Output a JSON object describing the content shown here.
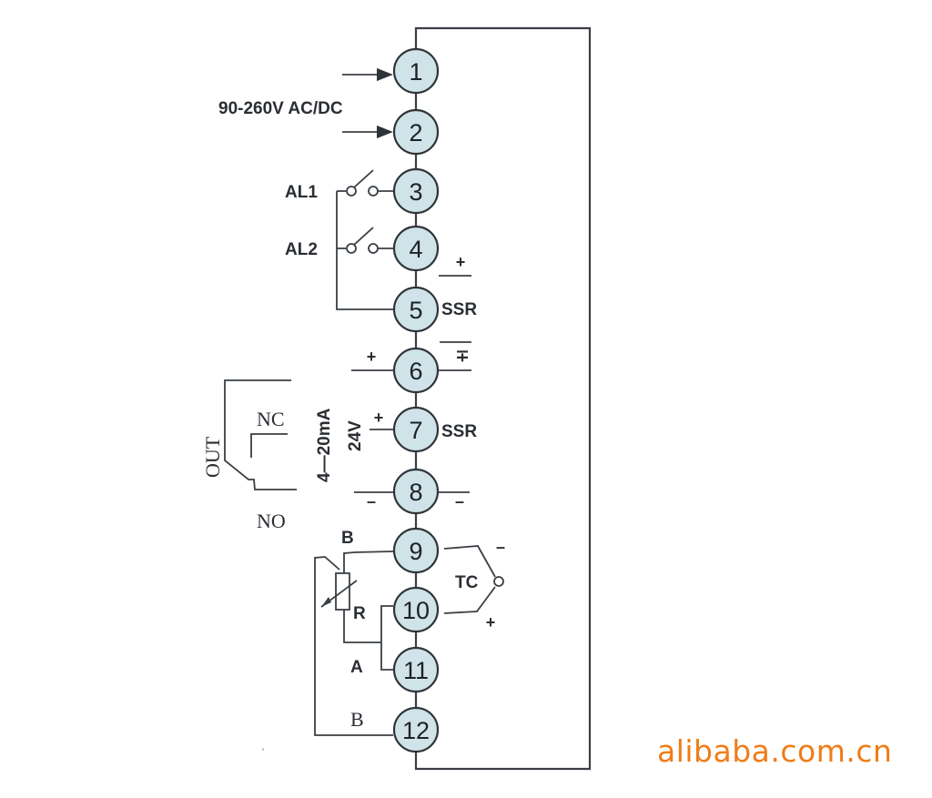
{
  "diagram": {
    "title": "Temperature controller terminal wiring",
    "terminals": [
      "1",
      "2",
      "3",
      "4",
      "5",
      "6",
      "7",
      "8",
      "9",
      "10",
      "11",
      "12"
    ],
    "terminal_fill": "#cfe3e8",
    "labels": {
      "power_supply": "90-260V AC/DC",
      "alarm1": "AL1",
      "alarm2": "AL2",
      "ssr_upper": "SSR",
      "ssr_lower": "SSR",
      "current_output": "4—20mA",
      "voltage_24v": "24V",
      "relay_out": "OUT",
      "relay_nc": "NC",
      "relay_no": "NO",
      "rtd_b_top": "B",
      "rtd_r": "R",
      "rtd_a": "A",
      "rtd_b_bottom": "B",
      "thermocouple": "TC"
    },
    "signs": {
      "ssr_upper_plus": "+",
      "t6_left_plus": "+",
      "t6_right_minus_plus": "∓",
      "t7_left_plus": "+",
      "t8_left_minus": "–",
      "t8_right_minus": "–",
      "tc_minus": "–",
      "tc_plus": "+"
    }
  },
  "watermark": {
    "text": "alibaba.com.cn",
    "color": "#f07c18"
  }
}
